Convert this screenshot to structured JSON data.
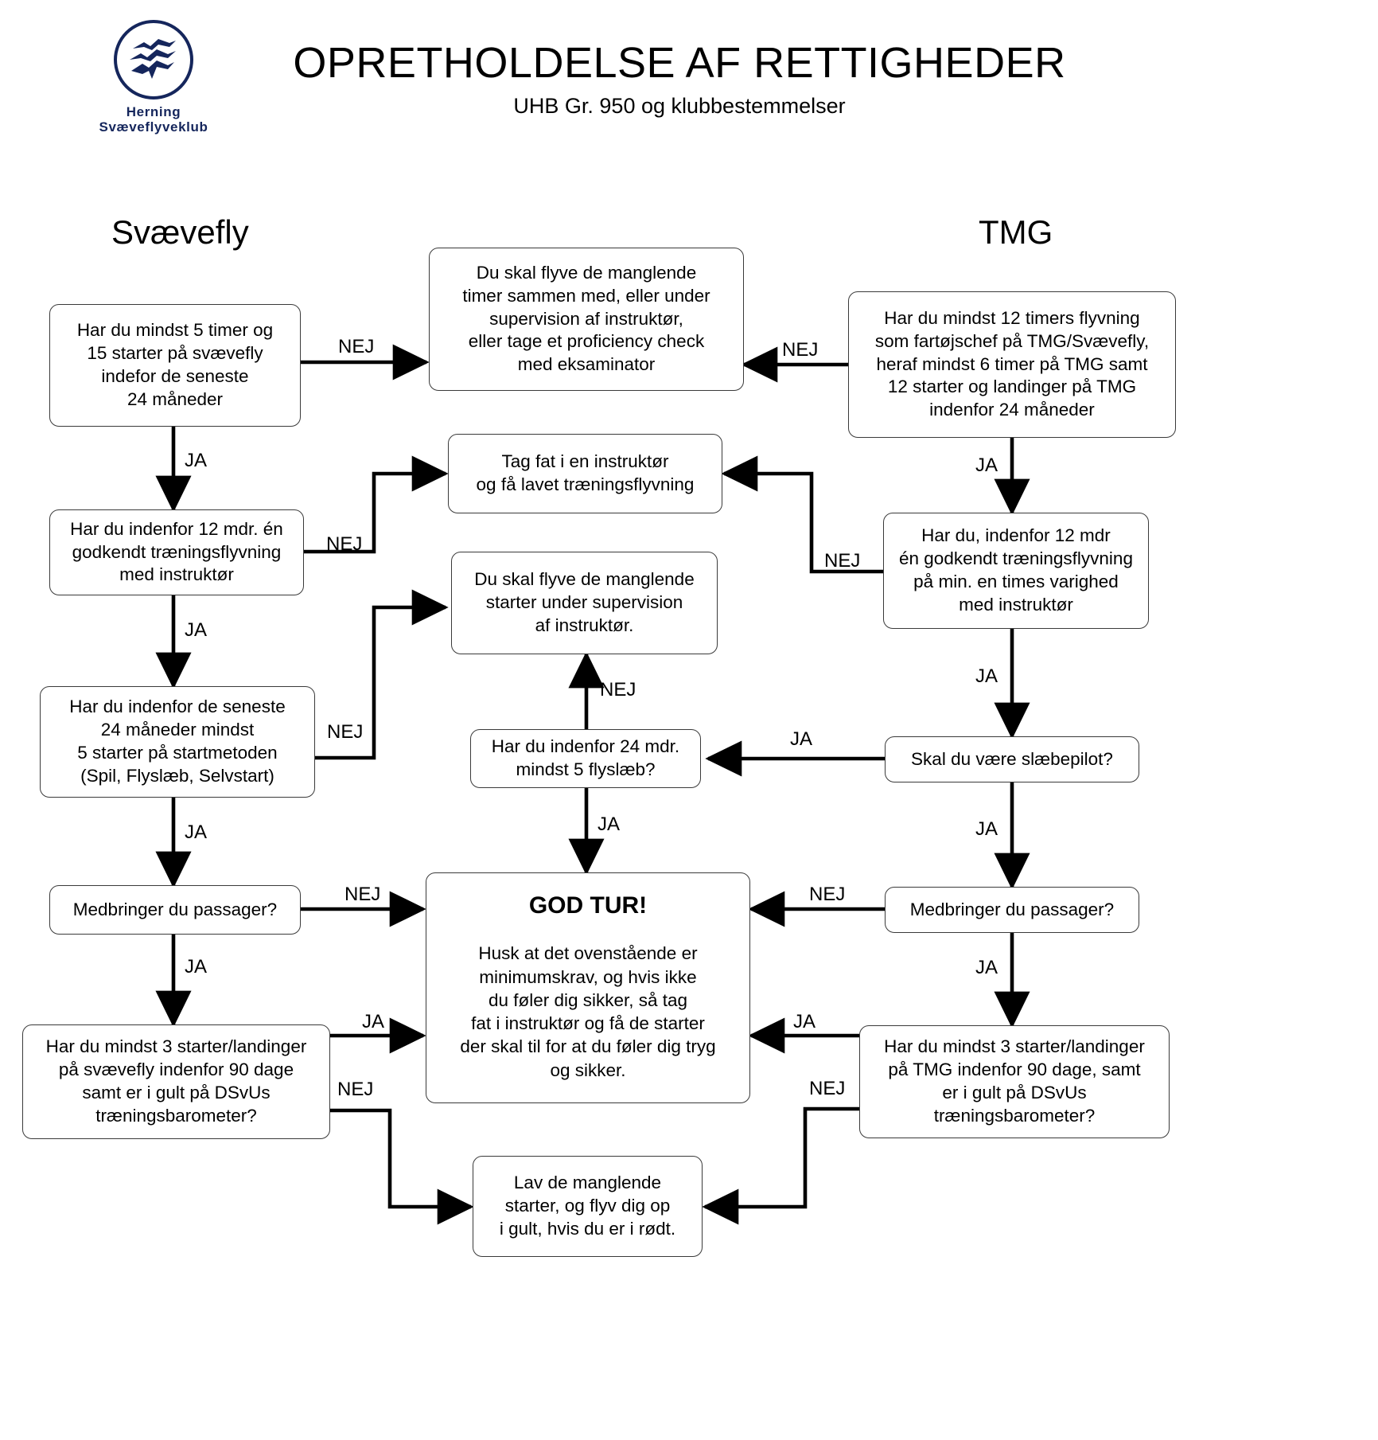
{
  "header": {
    "logo_line1": "Herning",
    "logo_line2": "Svæveflyveklub",
    "logo_icon": "three-gulls-in-circle",
    "title": "OPRETHOLDELSE AF RETTIGHEDER",
    "subtitle": "UHB Gr. 950 og klubbestemmelser"
  },
  "columns": {
    "left": "Svævefly",
    "right": "TMG"
  },
  "nodes": {
    "l1": "Har du mindst 5 timer og\n15 starter på svævefly\nindefor de seneste\n24 måneder",
    "l2": "Har du indenfor 12 mdr. én\ngodkendt træningsflyvning\nmed instruktør",
    "l3": "Har du indenfor de seneste\n24 måneder mindst\n5 starter på startmetoden\n(Spil, Flyslæb, Selvstart)",
    "l4": "Medbringer du passager?",
    "l5": "Har du mindst 3 starter/landinger\npå svævefly indenfor 90 dage\nsamt er i gult på DSvUs\ntræningsbarometer?",
    "c1": "Du skal flyve de manglende\ntimer sammen med, eller under\nsupervision af instruktør,\neller tage et proficiency check\nmed eksaminator",
    "c2": "Tag fat i en instruktør\nog få lavet træningsflyvning",
    "c3": "Du skal flyve de manglende\nstarter under supervision\naf instruktør.",
    "c4": "Har du indenfor 24 mdr.\nmindst 5 flyslæb?",
    "c5_title": "GOD TUR!",
    "c5_body": "Husk at det ovenstående er\nminimumskrav, og hvis ikke\ndu føler dig sikker, så tag\nfat i instruktør og få de starter\nder skal til for at du føler dig tryg\nog sikker.",
    "c6": "Lav de manglende\nstarter, og flyv dig op\ni gult, hvis du er i rødt.",
    "r1": "Har du mindst 12 timers flyvning\nsom fartøjschef på TMG/Svævefly,\nheraf mindst 6 timer på TMG samt\n12 starter og landinger på TMG\nindenfor 24 måneder",
    "r2": "Har du, indenfor 12 mdr\nén godkendt træningsflyvning\npå min. en times varighed\nmed instruktør",
    "r3": "Skal du være slæbepilot?",
    "r4": "Medbringer du passager?",
    "r5": "Har du mindst 3 starter/landinger\npå TMG indenfor 90 dage, samt\ner i gult på DSvUs\ntræningsbarometer?"
  },
  "edge_labels": {
    "l1_nej": "NEJ",
    "l1_ja": "JA",
    "l2_nej": "NEJ",
    "l2_ja": "JA",
    "l3_nej": "NEJ",
    "l3_ja": "JA",
    "l4_nej": "NEJ",
    "l4_ja": "JA",
    "l5_ja": "JA",
    "l5_nej": "NEJ",
    "c4_nej": "NEJ",
    "c4_ja": "JA",
    "r1_nej": "NEJ",
    "r1_ja": "JA",
    "r2_nej": "NEJ",
    "r2_ja": "JA",
    "r3_ja_left": "JA",
    "r3_ja_down": "JA",
    "r4_nej": "NEJ",
    "r4_ja": "JA",
    "r5_ja": "JA",
    "r5_nej": "NEJ"
  },
  "colors": {
    "brand": "#15265c",
    "box_border": "#3a3a3a",
    "edge": "#000000",
    "background": "#ffffff"
  }
}
